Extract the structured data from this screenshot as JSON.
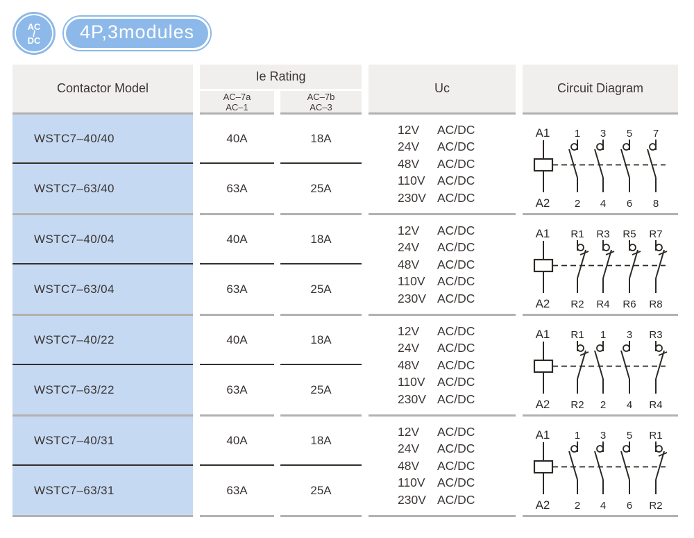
{
  "colors": {
    "badge_blue": "#8cb9e9",
    "model_cell_blue": "#c5d9f2",
    "header_gray": "#f0efed",
    "group_separator_gray": "#b3b1af",
    "row_separator_dark": "#332f2b",
    "text": "#3b3633",
    "diagram_line": "#2d2925"
  },
  "badges": {
    "circle": {
      "line1": "AC",
      "slash": "/",
      "line2": "DC"
    },
    "pill": "4P,3modules"
  },
  "table": {
    "headers": {
      "model": "Contactor Model",
      "ie_rating": "Ie Rating",
      "sub1_line1": "AC–7a",
      "sub1_line2": "AC–1",
      "sub2_line1": "AC–7b",
      "sub2_line2": "AC–3",
      "uc": "Uc",
      "circuit": "Circuit Diagram"
    },
    "uc_lines": [
      {
        "voltage": "12V",
        "system": "AC/DC"
      },
      {
        "voltage": "24V",
        "system": "AC/DC"
      },
      {
        "voltage": "48V",
        "system": "AC/DC"
      },
      {
        "voltage": "110V",
        "system": "AC/DC"
      },
      {
        "voltage": "230V",
        "system": "AC/DC"
      }
    ],
    "groups": [
      {
        "rows": [
          {
            "model": "WSTC7–40/40",
            "ac7a": "40A",
            "ac7b": "18A"
          },
          {
            "model": "WSTC7–63/40",
            "ac7a": "63A",
            "ac7b": "25A"
          }
        ],
        "diagram": {
          "coil_top": "A1",
          "coil_bottom": "A2",
          "top_labels": [
            "1",
            "3",
            "5",
            "7"
          ],
          "bottom_labels": [
            "2",
            "4",
            "6",
            "8"
          ],
          "pole_types": [
            "NO",
            "NO",
            "NO",
            "NO"
          ]
        }
      },
      {
        "rows": [
          {
            "model": "WSTC7–40/04",
            "ac7a": "40A",
            "ac7b": "18A"
          },
          {
            "model": "WSTC7–63/04",
            "ac7a": "63A",
            "ac7b": "25A"
          }
        ],
        "diagram": {
          "coil_top": "A1",
          "coil_bottom": "A2",
          "top_labels": [
            "R1",
            "R3",
            "R5",
            "R7"
          ],
          "bottom_labels": [
            "R2",
            "R4",
            "R6",
            "R8"
          ],
          "pole_types": [
            "NC",
            "NC",
            "NC",
            "NC"
          ]
        }
      },
      {
        "rows": [
          {
            "model": "WSTC7–40/22",
            "ac7a": "40A",
            "ac7b": "18A"
          },
          {
            "model": "WSTC7–63/22",
            "ac7a": "63A",
            "ac7b": "25A"
          }
        ],
        "diagram": {
          "coil_top": "A1",
          "coil_bottom": "A2",
          "top_labels": [
            "R1",
            "1",
            "3",
            "R3"
          ],
          "bottom_labels": [
            "R2",
            "2",
            "4",
            "R4"
          ],
          "pole_types": [
            "NC",
            "NO",
            "NO",
            "NC"
          ]
        }
      },
      {
        "rows": [
          {
            "model": "WSTC7–40/31",
            "ac7a": "40A",
            "ac7b": "18A"
          },
          {
            "model": "WSTC7–63/31",
            "ac7a": "63A",
            "ac7b": "25A"
          }
        ],
        "diagram": {
          "coil_top": "A1",
          "coil_bottom": "A2",
          "top_labels": [
            "1",
            "3",
            "5",
            "R1"
          ],
          "bottom_labels": [
            "2",
            "4",
            "6",
            "R2"
          ],
          "pole_types": [
            "NO",
            "NO",
            "NO",
            "NC"
          ]
        }
      }
    ]
  }
}
